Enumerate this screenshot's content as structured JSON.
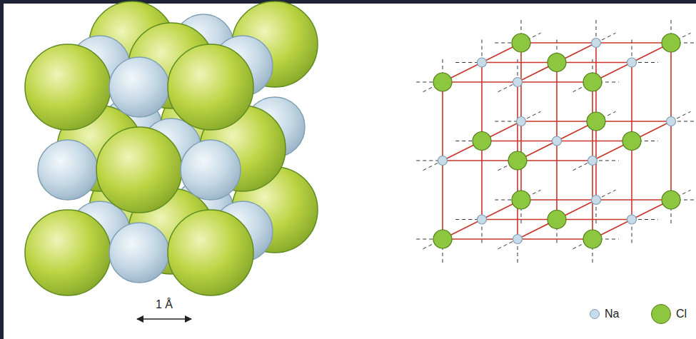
{
  "diagram": {
    "labels": [
      "1 Å"
    ],
    "legend": [
      {
        "text": "Na",
        "color": "#c8dbe8"
      },
      {
        "text": "Cl",
        "color": "#8dc63f"
      }
    ]
  }
}
